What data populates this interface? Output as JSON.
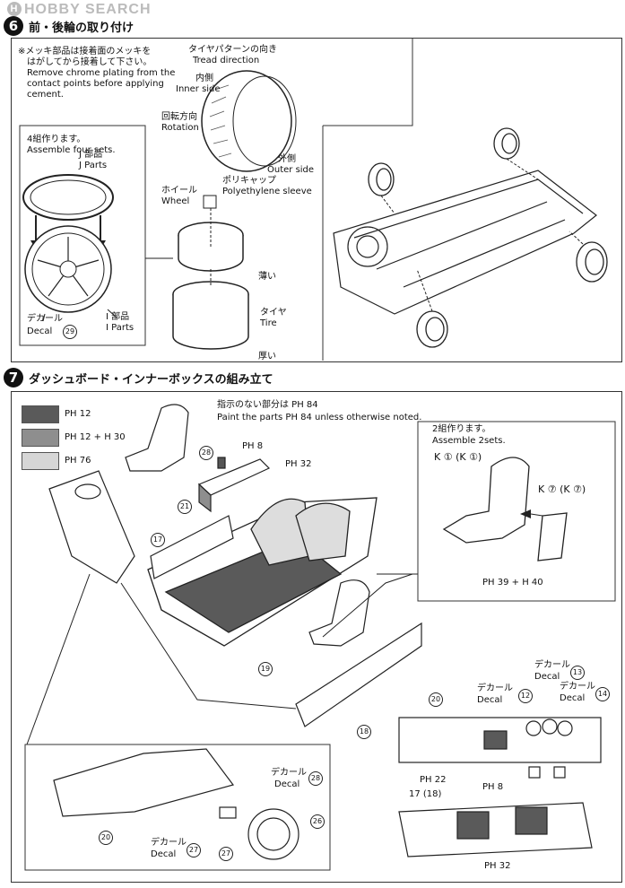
{
  "watermark": {
    "logo": "H",
    "text": "HOBBY SEARCH"
  },
  "step6": {
    "number": "6",
    "title": "前・後輪の取り付け",
    "chrome_note_jp_1": "※メッキ部品は接着面のメッキを",
    "chrome_note_jp_2": "はがしてから接着して下さい。",
    "chrome_note_en_1": "Remove chrome plating from the",
    "chrome_note_en_2": "contact points before applying",
    "chrome_note_en_3": "cement.",
    "tread_jp": "タイヤパターンの向き",
    "tread_en": "Tread direction",
    "inner_jp": "内側",
    "inner_en": "Inner side",
    "rotation_jp": "回転方向",
    "rotation_en": "Rotation",
    "outer_jp": "外側",
    "outer_en": "Outer side",
    "four_sets_jp": "4組作ります。",
    "four_sets_en": "Assemble four sets.",
    "j_parts_jp": "J 部品",
    "j_parts_en": "J Parts",
    "poly_jp": "ポリキャップ",
    "poly_en": "Polyethylene sleeve",
    "wheel_jp": "ホイール",
    "wheel_en": "Wheel",
    "thin": "薄い",
    "thick": "厚い",
    "tire_jp": "タイヤ",
    "tire_en": "Tire",
    "decal_jp": "デカール",
    "decal_en": "Decal",
    "decal_num": "29",
    "i_parts_jp": "I 部品",
    "i_parts_en": "I Parts"
  },
  "step7": {
    "number": "7",
    "title": "ダッシュボード・インナーボックスの組み立て",
    "legend": [
      {
        "label": "PH 12",
        "color": "#5a5a5a"
      },
      {
        "label": "PH 12 + H 30",
        "color": "#8e8e8e"
      },
      {
        "label": "PH 76",
        "color": "#d6d6d6"
      }
    ],
    "paint_jp": "指示のない部分は PH 84",
    "paint_en": "Paint the parts PH 84 unless otherwise noted.",
    "part_28": "28",
    "ph_8": "PH 8",
    "ph_32": "PH 32",
    "part_21": "21",
    "part_17": "17",
    "part_19": "19",
    "part_18": "18",
    "two_sets_jp": "2組作ります。",
    "two_sets_en": "Assemble 2sets.",
    "k1": "K ① (K ①)",
    "k7": "K ⑦ (K ⑦)",
    "ph_39_h40": "PH 39 + H 40",
    "part_20": "20",
    "decal_jp": "デカール",
    "decal_en": "Decal",
    "decal_12": "12",
    "decal_13": "13",
    "decal_14": "14",
    "ph_22": "PH 22",
    "parts_17_18": "17 (18)",
    "ph_8b": "PH 8",
    "ph_32b": "PH 32",
    "decal_28": "28",
    "part_26": "26",
    "part_20b": "20",
    "decal_27": "27",
    "part_27": "27"
  }
}
